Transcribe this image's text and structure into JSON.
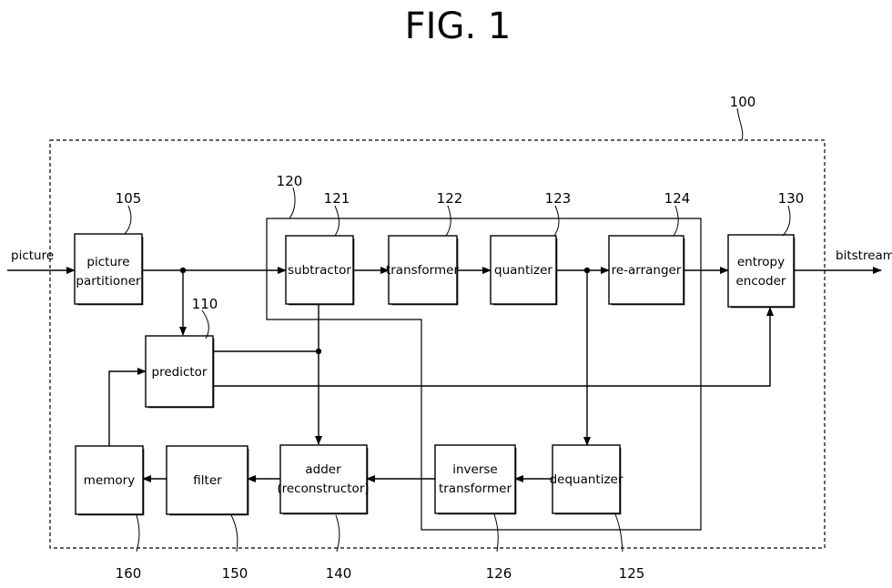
{
  "figure": {
    "title": "FIG. 1"
  },
  "inputs": {
    "picture": "picture",
    "bitstream": "bitstream"
  },
  "refs": {
    "r100": "100",
    "r105": "105",
    "r110": "110",
    "r120": "120",
    "r121": "121",
    "r122": "122",
    "r123": "123",
    "r124": "124",
    "r130": "130",
    "r125": "125",
    "r126": "126",
    "r140": "140",
    "r150": "150",
    "r160": "160"
  },
  "blocks": {
    "picture_partitioner": {
      "line1": "picture",
      "line2": "partitioner"
    },
    "predictor": {
      "label": "predictor"
    },
    "subtractor": {
      "label": "subtractor"
    },
    "transformer": {
      "label": "transformer"
    },
    "quantizer": {
      "label": "quantizer"
    },
    "rearranger": {
      "label": "re-arranger"
    },
    "entropy_encoder": {
      "line1": "entropy",
      "line2": "encoder"
    },
    "dequantizer": {
      "label": "dequantizer"
    },
    "inverse_transformer": {
      "line1": "inverse",
      "line2": "transformer"
    },
    "adder": {
      "line1": "adder",
      "line2": "(reconstructor)"
    },
    "filter": {
      "label": "filter"
    },
    "memory": {
      "label": "memory"
    }
  }
}
